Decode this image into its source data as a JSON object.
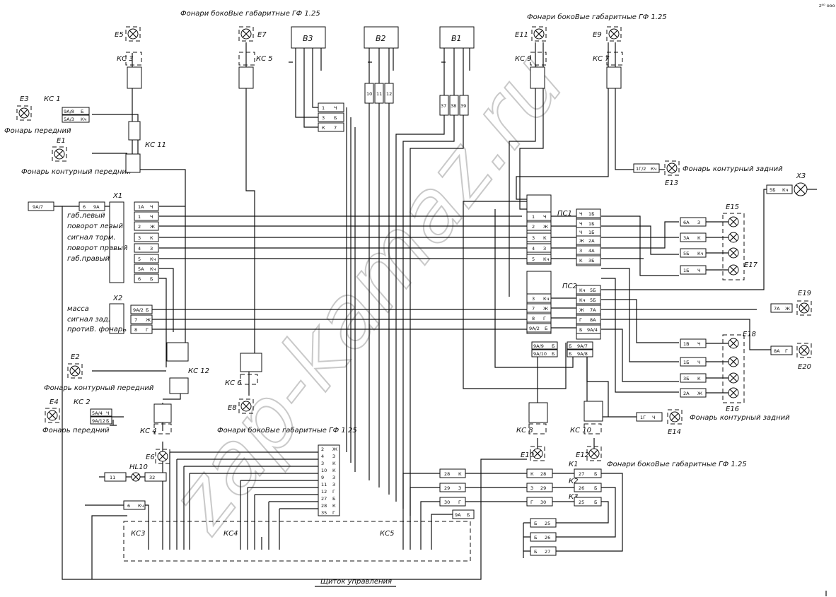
{
  "watermark": "zap-kamaz.ru",
  "corner_mark": "z⁴⁰ ooo",
  "labels": {
    "side_lamps_top_left": "Фонари бокоВые габаритные ГФ 1.25",
    "side_lamps_top_right": "Фонари бокоВые габаритные ГФ 1.25",
    "side_lamps_bottom_left": "Фонари бокоВые габаритные ГФ 1.25",
    "side_lamps_bottom_right": "Фонари бокоВые габаритные ГФ 1.25",
    "front_lamp_1": "Фонарь передний",
    "front_lamp_2": "Фонарь передний",
    "contour_front_1": "Фонарь контурный передний",
    "contour_front_2": "Фонарь контурный передний",
    "contour_rear_1": "Фонарь контурный задний",
    "contour_rear_2": "Фонарь контурный задний",
    "panel": "Щиток управления"
  },
  "x1_rows": [
    "габ.левый",
    "поворот левый",
    "сигнал торм.",
    "поворот правый",
    "габ.правый"
  ],
  "x2_rows": [
    "масса",
    "сигнал зад.",
    "протиВ. фонарь"
  ],
  "components": {
    "E1": "E1",
    "E2": "E2",
    "E3": "E3",
    "E4": "E4",
    "E5": "E5",
    "E6": "E6",
    "E7": "E7",
    "E8": "E8",
    "E9": "E9",
    "E10": "E10",
    "E11": "E11",
    "E12": "E12",
    "E13": "E13",
    "E14": "E14",
    "E15": "E15",
    "E16": "E16",
    "E17": "E17",
    "E18": "E18",
    "E19": "E19",
    "E20": "E20",
    "X1": "X1",
    "X2": "X2",
    "X3": "X3",
    "B1": "B1",
    "B2": "B2",
    "B3": "B3",
    "PS1": "ПС1",
    "PS2": "ПС2",
    "HL10": "HL10",
    "KS1": "КС 1",
    "KS2": "КС 2",
    "KS3": "КС 3",
    "KS4": "КС 4",
    "KS5": "КС 5",
    "KS6": "КС 6",
    "KS7": "КС 7",
    "KS8": "КС 8",
    "KS9": "КС 9",
    "KS10": "КС 10",
    "KS11": "КС 11",
    "KS12": "КС 12",
    "KC3": "КС3",
    "KC4": "КС4",
    "KC5": "КС5",
    "K1": "К1",
    "K2": "К2",
    "K3": "К3"
  },
  "wire_tags": {
    "x1": [
      [
        "1А",
        "Ч"
      ],
      [
        "1",
        "Ч"
      ],
      [
        "2",
        "Ж"
      ],
      [
        "3",
        "К"
      ],
      [
        "4",
        "З"
      ],
      [
        "5",
        "Кч"
      ],
      [
        "5А",
        "Кч"
      ],
      [
        "6",
        "Б"
      ]
    ],
    "x2": [
      [
        "9А/2",
        "Б"
      ],
      [
        "7",
        "Ж"
      ],
      [
        "8",
        "Г"
      ]
    ],
    "ps1_left": [
      [
        "1",
        "Ч"
      ],
      [
        "2",
        "Ж"
      ],
      [
        "3",
        "К"
      ],
      [
        "4",
        "З"
      ],
      [
        "5",
        "Кч"
      ]
    ],
    "ps1_right": [
      [
        "Ч",
        "1Б"
      ],
      [
        "Ч",
        "1Б"
      ],
      [
        "Ч",
        "1Б"
      ],
      [
        "Ж",
        "2А"
      ],
      [
        "З",
        "4А"
      ],
      [
        "К",
        "3Б"
      ]
    ],
    "ps2_left": [
      [
        "3",
        "Кч"
      ],
      [
        "7",
        "Ж"
      ],
      [
        "8",
        "Г"
      ],
      [
        "9А/2",
        "Б"
      ]
    ],
    "ps2_right": [
      [
        "Кч",
        "5Б"
      ],
      [
        "Кч",
        "5Б"
      ],
      [
        "Ж",
        "7А"
      ],
      [
        "Г",
        "8А"
      ],
      [
        "Б",
        "9А/4"
      ]
    ],
    "e15": [
      [
        "6А",
        "З"
      ],
      [
        "3А",
        "К"
      ],
      [
        "5Б",
        "Кч"
      ],
      [
        "1Б",
        "Ч"
      ]
    ],
    "e16": [
      [
        "1В",
        "Ч"
      ],
      [
        "1Б",
        "Ч"
      ],
      [
        "3Б",
        "К"
      ],
      [
        "2А",
        "Ж"
      ]
    ],
    "bus_mid": [
      [
        "2",
        "Ж"
      ],
      [
        "4",
        "З"
      ],
      [
        "3",
        "К"
      ],
      [
        "10",
        "К"
      ],
      [
        "9",
        "З"
      ],
      [
        "11",
        "З"
      ],
      [
        "12",
        "Г"
      ],
      [
        "27",
        "Б"
      ],
      [
        "28",
        "К"
      ],
      [
        "35",
        "Г"
      ]
    ],
    "b3": [
      [
        "1",
        "Ч"
      ],
      [
        "3",
        "Б"
      ],
      [
        "К",
        "7"
      ]
    ],
    "b2": [
      "10",
      "11",
      "12"
    ],
    "b1": [
      "37",
      "38",
      "39"
    ],
    "k_rows": [
      [
        "28",
        "К",
        "К",
        "28",
        "27",
        "Б"
      ],
      [
        "29",
        "З",
        "З",
        "29",
        "26",
        "Б"
      ],
      [
        "30",
        "Г",
        "Г",
        "30",
        "25",
        "Б"
      ]
    ],
    "k_lower": [
      [
        "Б",
        "25"
      ],
      [
        "Б",
        "26"
      ],
      [
        "Б",
        "27"
      ]
    ],
    "hl10": [
      "11",
      "32"
    ],
    "x3": [
      "5Б",
      "Кч"
    ],
    "e13": [
      "1Г/2",
      "Кч"
    ],
    "e14": [
      "1Г",
      "Ч"
    ],
    "e19": [
      "7А",
      "Ж"
    ],
    "e20": [
      "8А",
      "Г"
    ],
    "top_feed": [
      "9А/7",
      "6",
      "9А"
    ],
    "panel_row": [
      "6",
      "Кч"
    ],
    "kc5_tag": [
      "9А",
      "Б"
    ],
    "e3_tags": [
      [
        "9А/8",
        "Б"
      ],
      [
        "5А/3",
        "Кч"
      ]
    ],
    "e4_tags": [
      [
        "5А/4",
        "Ч"
      ],
      [
        "9А/12",
        "Б"
      ]
    ],
    "ps2_extra": [
      [
        "9А/9",
        "Б"
      ],
      [
        "9А/10",
        "Б"
      ],
      [
        "Б",
        "9А/7"
      ],
      [
        "Б",
        "9А/8"
      ]
    ]
  }
}
